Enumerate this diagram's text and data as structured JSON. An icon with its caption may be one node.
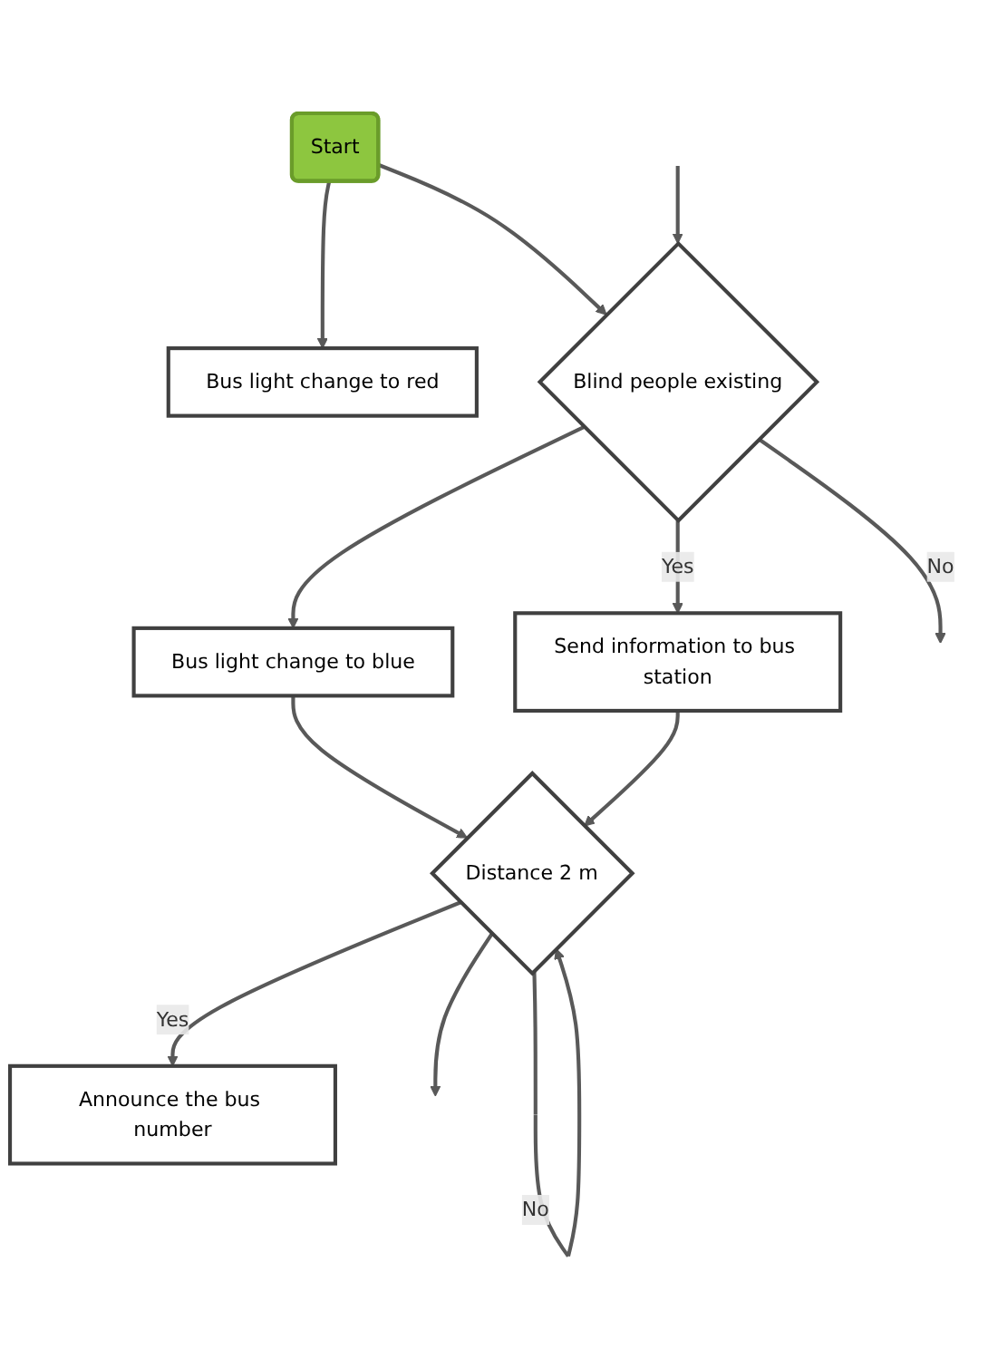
{
  "diagram": {
    "nodes": [
      {
        "text": [
          "Start"
        ]
      },
      {
        "text": [
          "Bus light change to red"
        ]
      },
      {
        "text": [
          "Blind people existing"
        ]
      },
      {
        "text": [
          "Bus light change to blue"
        ]
      },
      {
        "text": [
          "Send information to bus station"
        ]
      },
      {
        "text": [
          "Distance 2 m"
        ]
      },
      {
        "text": [
          "Announce the bus number"
        ]
      }
    ],
    "edges": [
      {
        "from": 0,
        "to": 1,
        "arrow": "to"
      },
      {
        "from": 0,
        "to": 2,
        "arrow": "to"
      },
      {
        "from": 2,
        "to": null,
        "label": "No",
        "arrow": "to"
      },
      {
        "from": null,
        "to": 2,
        "arrow": "to"
      },
      {
        "from": 2,
        "to": 3,
        "arrow": "to"
      },
      {
        "from": 2,
        "to": 4,
        "label": "Yes",
        "arrow": "to"
      },
      {
        "from": 3,
        "to": 5,
        "arrow": "to"
      },
      {
        "from": 4,
        "to": 5,
        "arrow": "to"
      },
      {
        "from": 5,
        "to": 5,
        "label": "No",
        "arrow": "to"
      },
      {
        "from": 5,
        "to": 6,
        "label": "Yes",
        "arrow": "to"
      },
      {
        "from": 5,
        "to": null,
        "arrow": "to"
      }
    ]
  }
}
